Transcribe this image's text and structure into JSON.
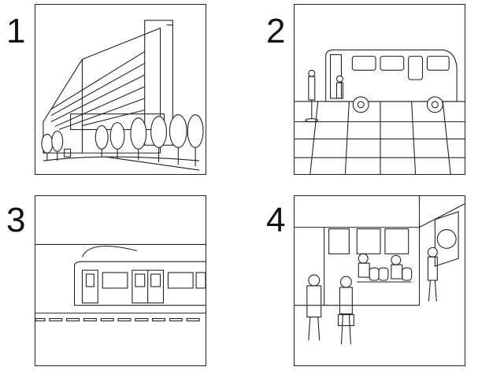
{
  "panels": [
    {
      "label": "1",
      "scene": "office-building"
    },
    {
      "label": "2",
      "scene": "bus-stop"
    },
    {
      "label": "3",
      "scene": "train-platform"
    },
    {
      "label": "4",
      "scene": "station-waiting-room"
    }
  ]
}
